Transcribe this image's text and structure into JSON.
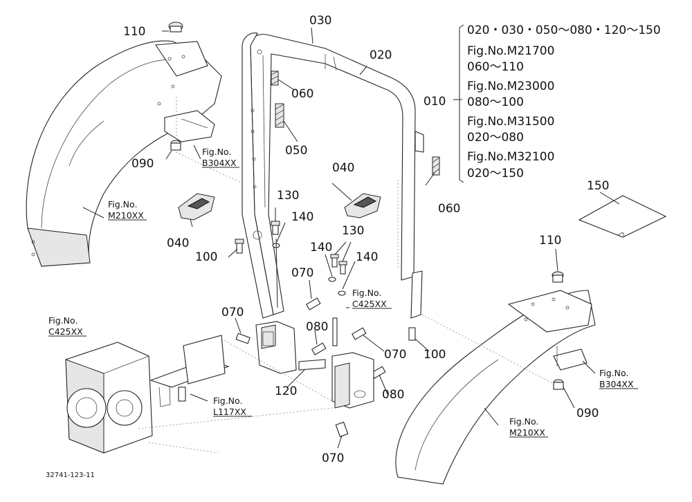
{
  "callouts": {
    "c110a": "110",
    "c030": "030",
    "c020": "020",
    "c060a": "060",
    "c050": "050",
    "c090a": "090",
    "c040a": "040",
    "c040b": "040",
    "c060b": "060",
    "c130a": "130",
    "c140a": "140",
    "c100a": "100",
    "c130b": "130",
    "c140b": "140",
    "c140c": "140",
    "c070a": "070",
    "c070b": "070",
    "c080a": "080",
    "c120": "120",
    "c070c": "070",
    "c100b": "100",
    "c080b": "080",
    "c070d": "070",
    "c110b": "110",
    "c090b": "090",
    "c150": "150",
    "c010": "010"
  },
  "refs": {
    "fig_label": "Fig.No.",
    "b304_a": "B304XX",
    "m210_a": "M210XX",
    "c425_a": "C425XX",
    "c425_b": "C425XX",
    "l117": "L117XX",
    "b304_b": "B304XX",
    "m210_b": "M210XX"
  },
  "notes": {
    "line1": "020・030・050～080・120～150",
    "line2": "Fig.No.M21700",
    "line3": "060～110",
    "line4": "Fig.No.M23000",
    "line5": "080～100",
    "line6": "Fig.No.M31500",
    "line7": "020～080",
    "line8": "Fig.No.M32100",
    "line9": "020～150"
  },
  "drawing_code": "32741-123-11"
}
